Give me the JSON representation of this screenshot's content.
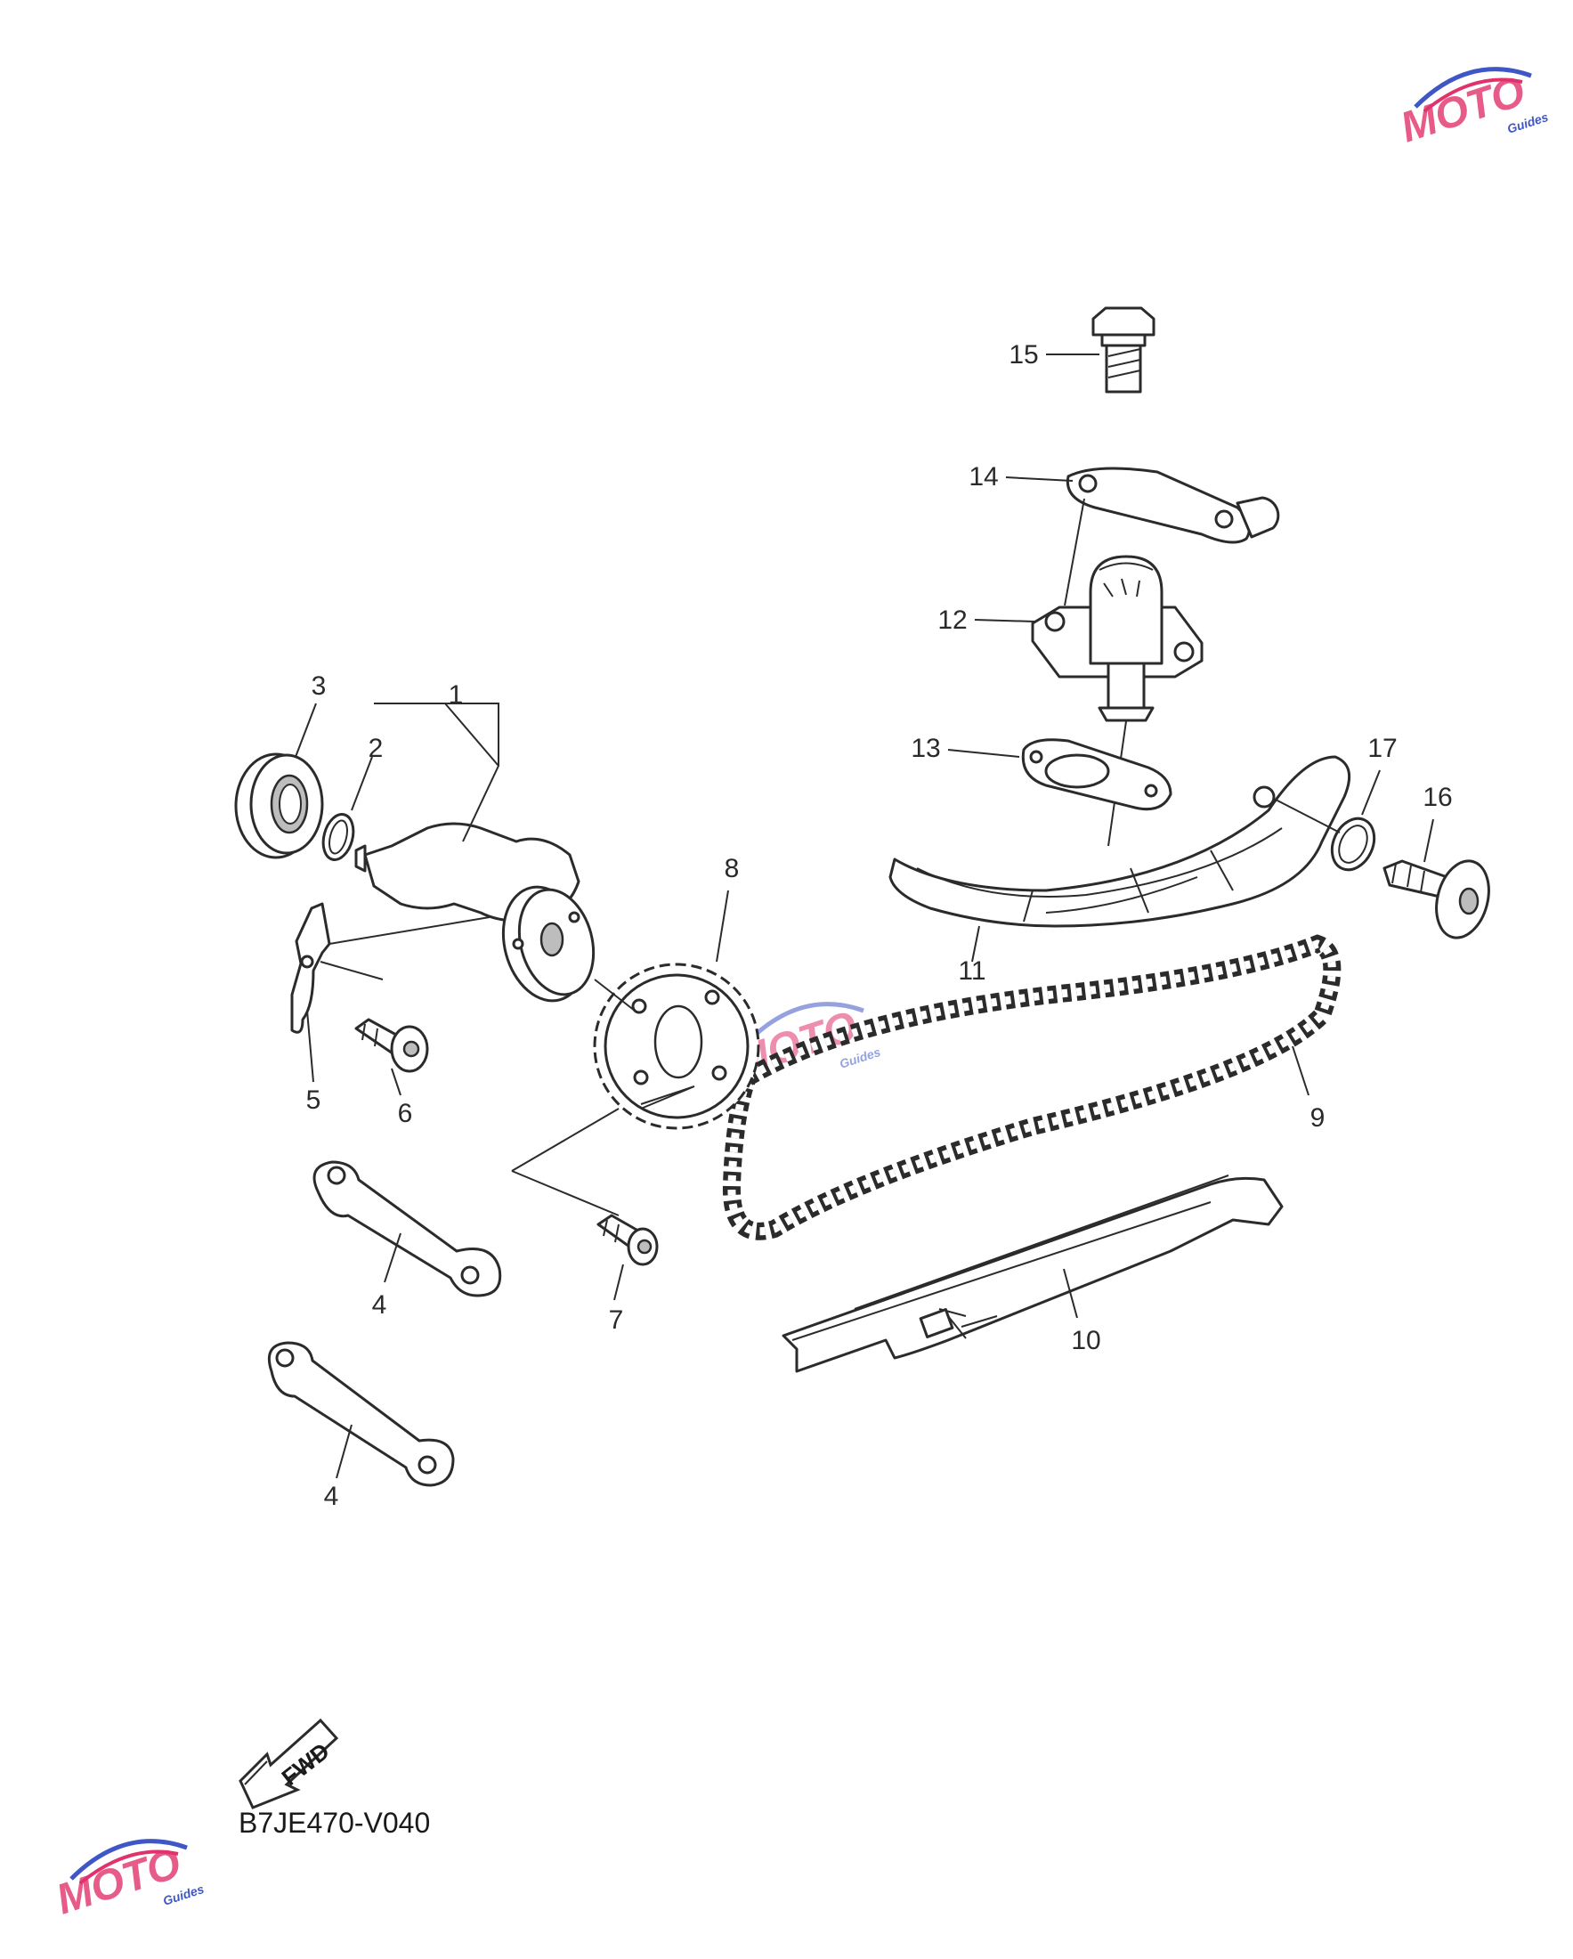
{
  "diagram": {
    "code": "B7JE470-V040",
    "direction_arrow": {
      "label": "FWD",
      "icon": "fwd-arrow-icon"
    },
    "watermark": {
      "text": "MOTO",
      "sub": "Guides",
      "colors": [
        "#e0336b",
        "#3f57c6"
      ]
    },
    "parts": [
      {
        "n": "1"
      },
      {
        "n": "2"
      },
      {
        "n": "3"
      },
      {
        "n": "4"
      },
      {
        "n": "4"
      },
      {
        "n": "5"
      },
      {
        "n": "6"
      },
      {
        "n": "7"
      },
      {
        "n": "8"
      },
      {
        "n": "9"
      },
      {
        "n": "10"
      },
      {
        "n": "11"
      },
      {
        "n": "12"
      },
      {
        "n": "13"
      },
      {
        "n": "14"
      },
      {
        "n": "15"
      },
      {
        "n": "16"
      },
      {
        "n": "17"
      }
    ]
  }
}
